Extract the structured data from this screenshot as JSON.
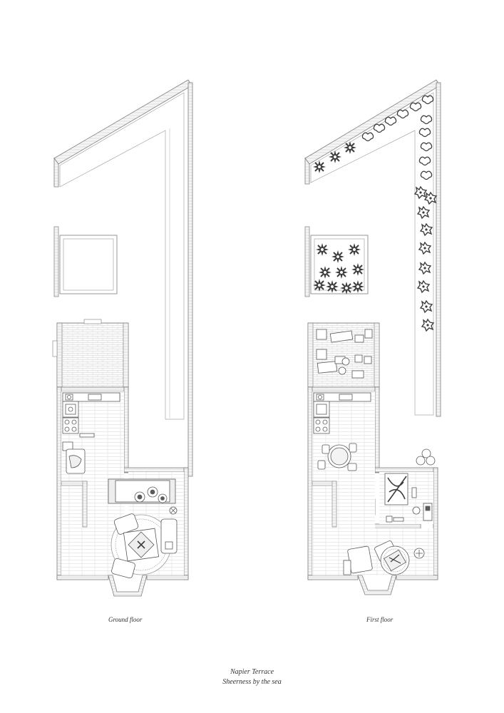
{
  "labels": {
    "ground_floor": "Ground floor",
    "first_floor": "First floor"
  },
  "title_block": {
    "line1": "Napier Terrace",
    "line2": "Sheerness by the sea"
  },
  "colors": {
    "line": "#7d7d7d",
    "wall_fill": "#f4f4f4",
    "plant": "#3c3c3c",
    "furniture": "#5a5a5a"
  }
}
